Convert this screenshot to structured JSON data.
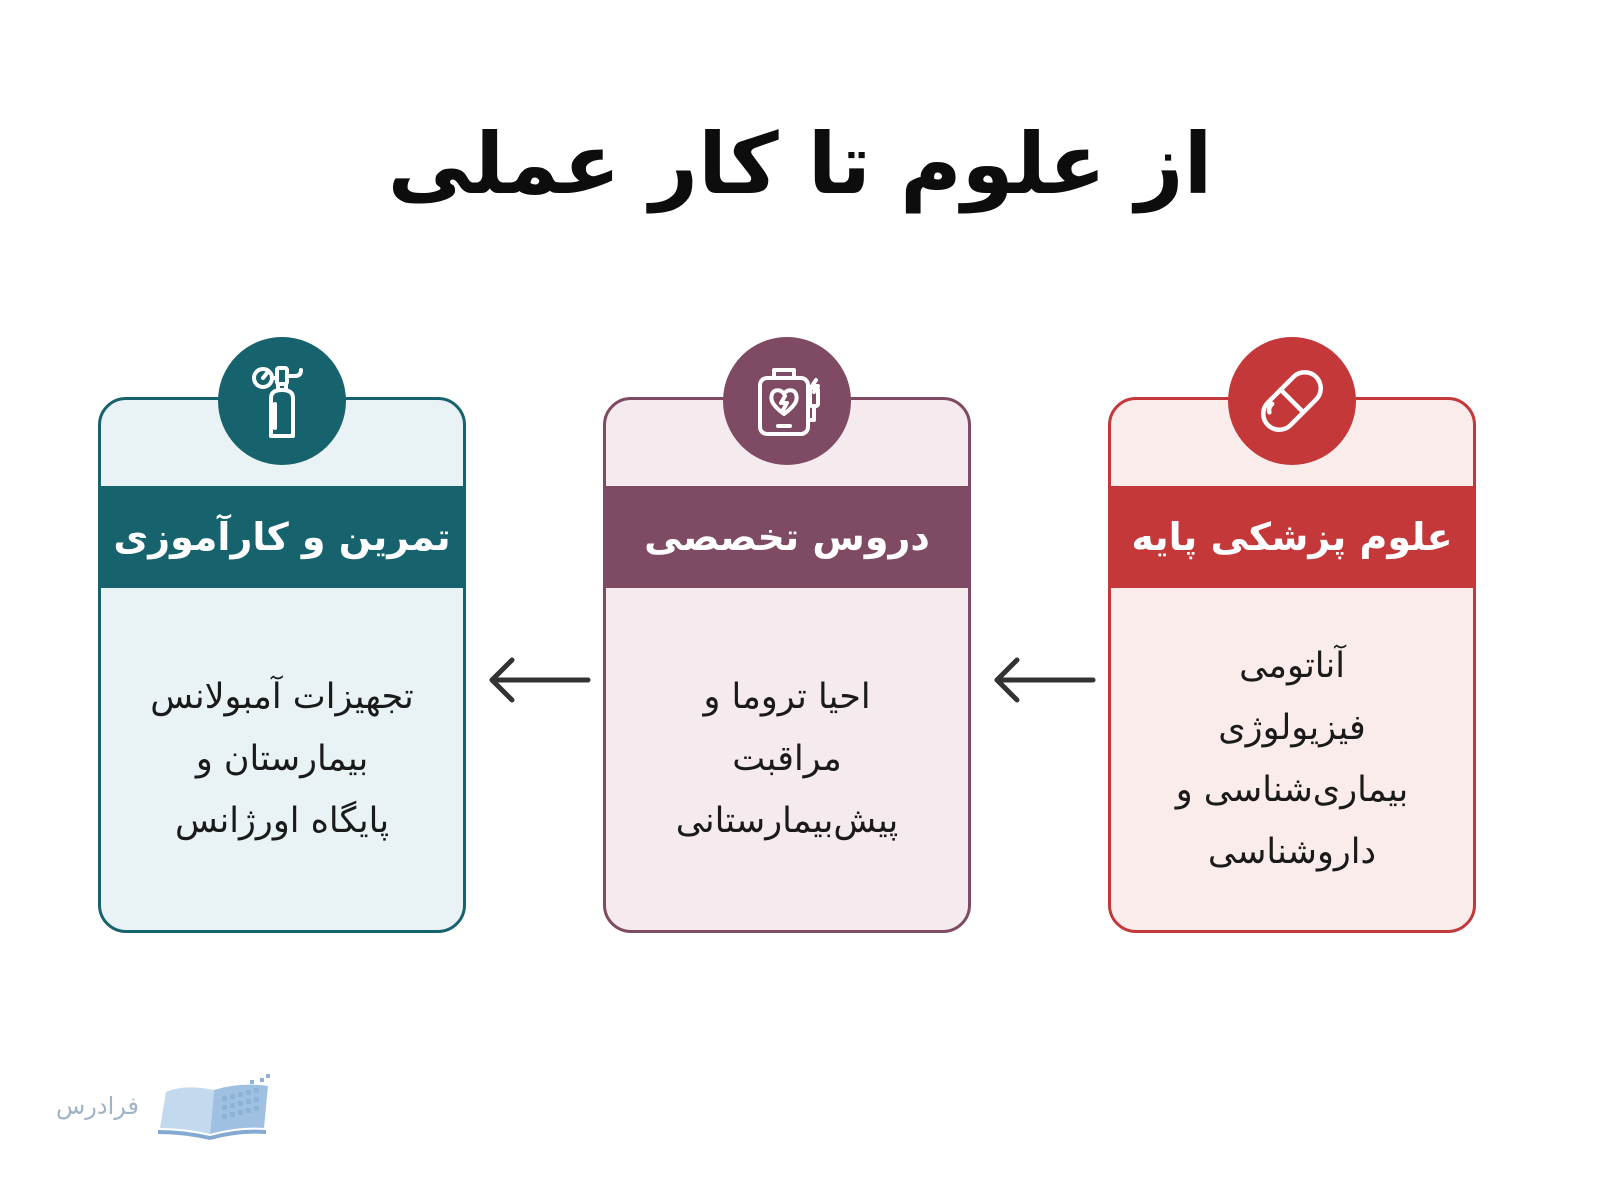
{
  "title": "از علوم تا کار عملی",
  "cards": [
    {
      "heading": "علوم پزشکی پایه",
      "icon": "pill-capsule-icon",
      "accent": "#c4383a",
      "background": "#fbecec",
      "lines": [
        "آناتومی",
        "فیزیولوژی",
        "بیماری‌شناسی و",
        "داروشناسی"
      ]
    },
    {
      "heading": "دروس تخصصی",
      "icon": "defibrillator-icon",
      "accent": "#7f4a63",
      "background": "#f5eaee",
      "lines": [
        "احیا تروما و",
        "مراقبت",
        "پیش‌بیمارستانی"
      ]
    },
    {
      "heading": "تمرین و کارآموزی",
      "icon": "oxygen-tank-icon",
      "accent": "#17636d",
      "background": "#e9f2f4",
      "lines": [
        "تجهیزات آمبولانس",
        "بیمارستان و",
        "پایگاه اورژانس"
      ]
    }
  ],
  "arrow_icon": "arrow-left-icon",
  "logo": {
    "text": "فرادرس",
    "icon": "open-book-logo-icon"
  }
}
